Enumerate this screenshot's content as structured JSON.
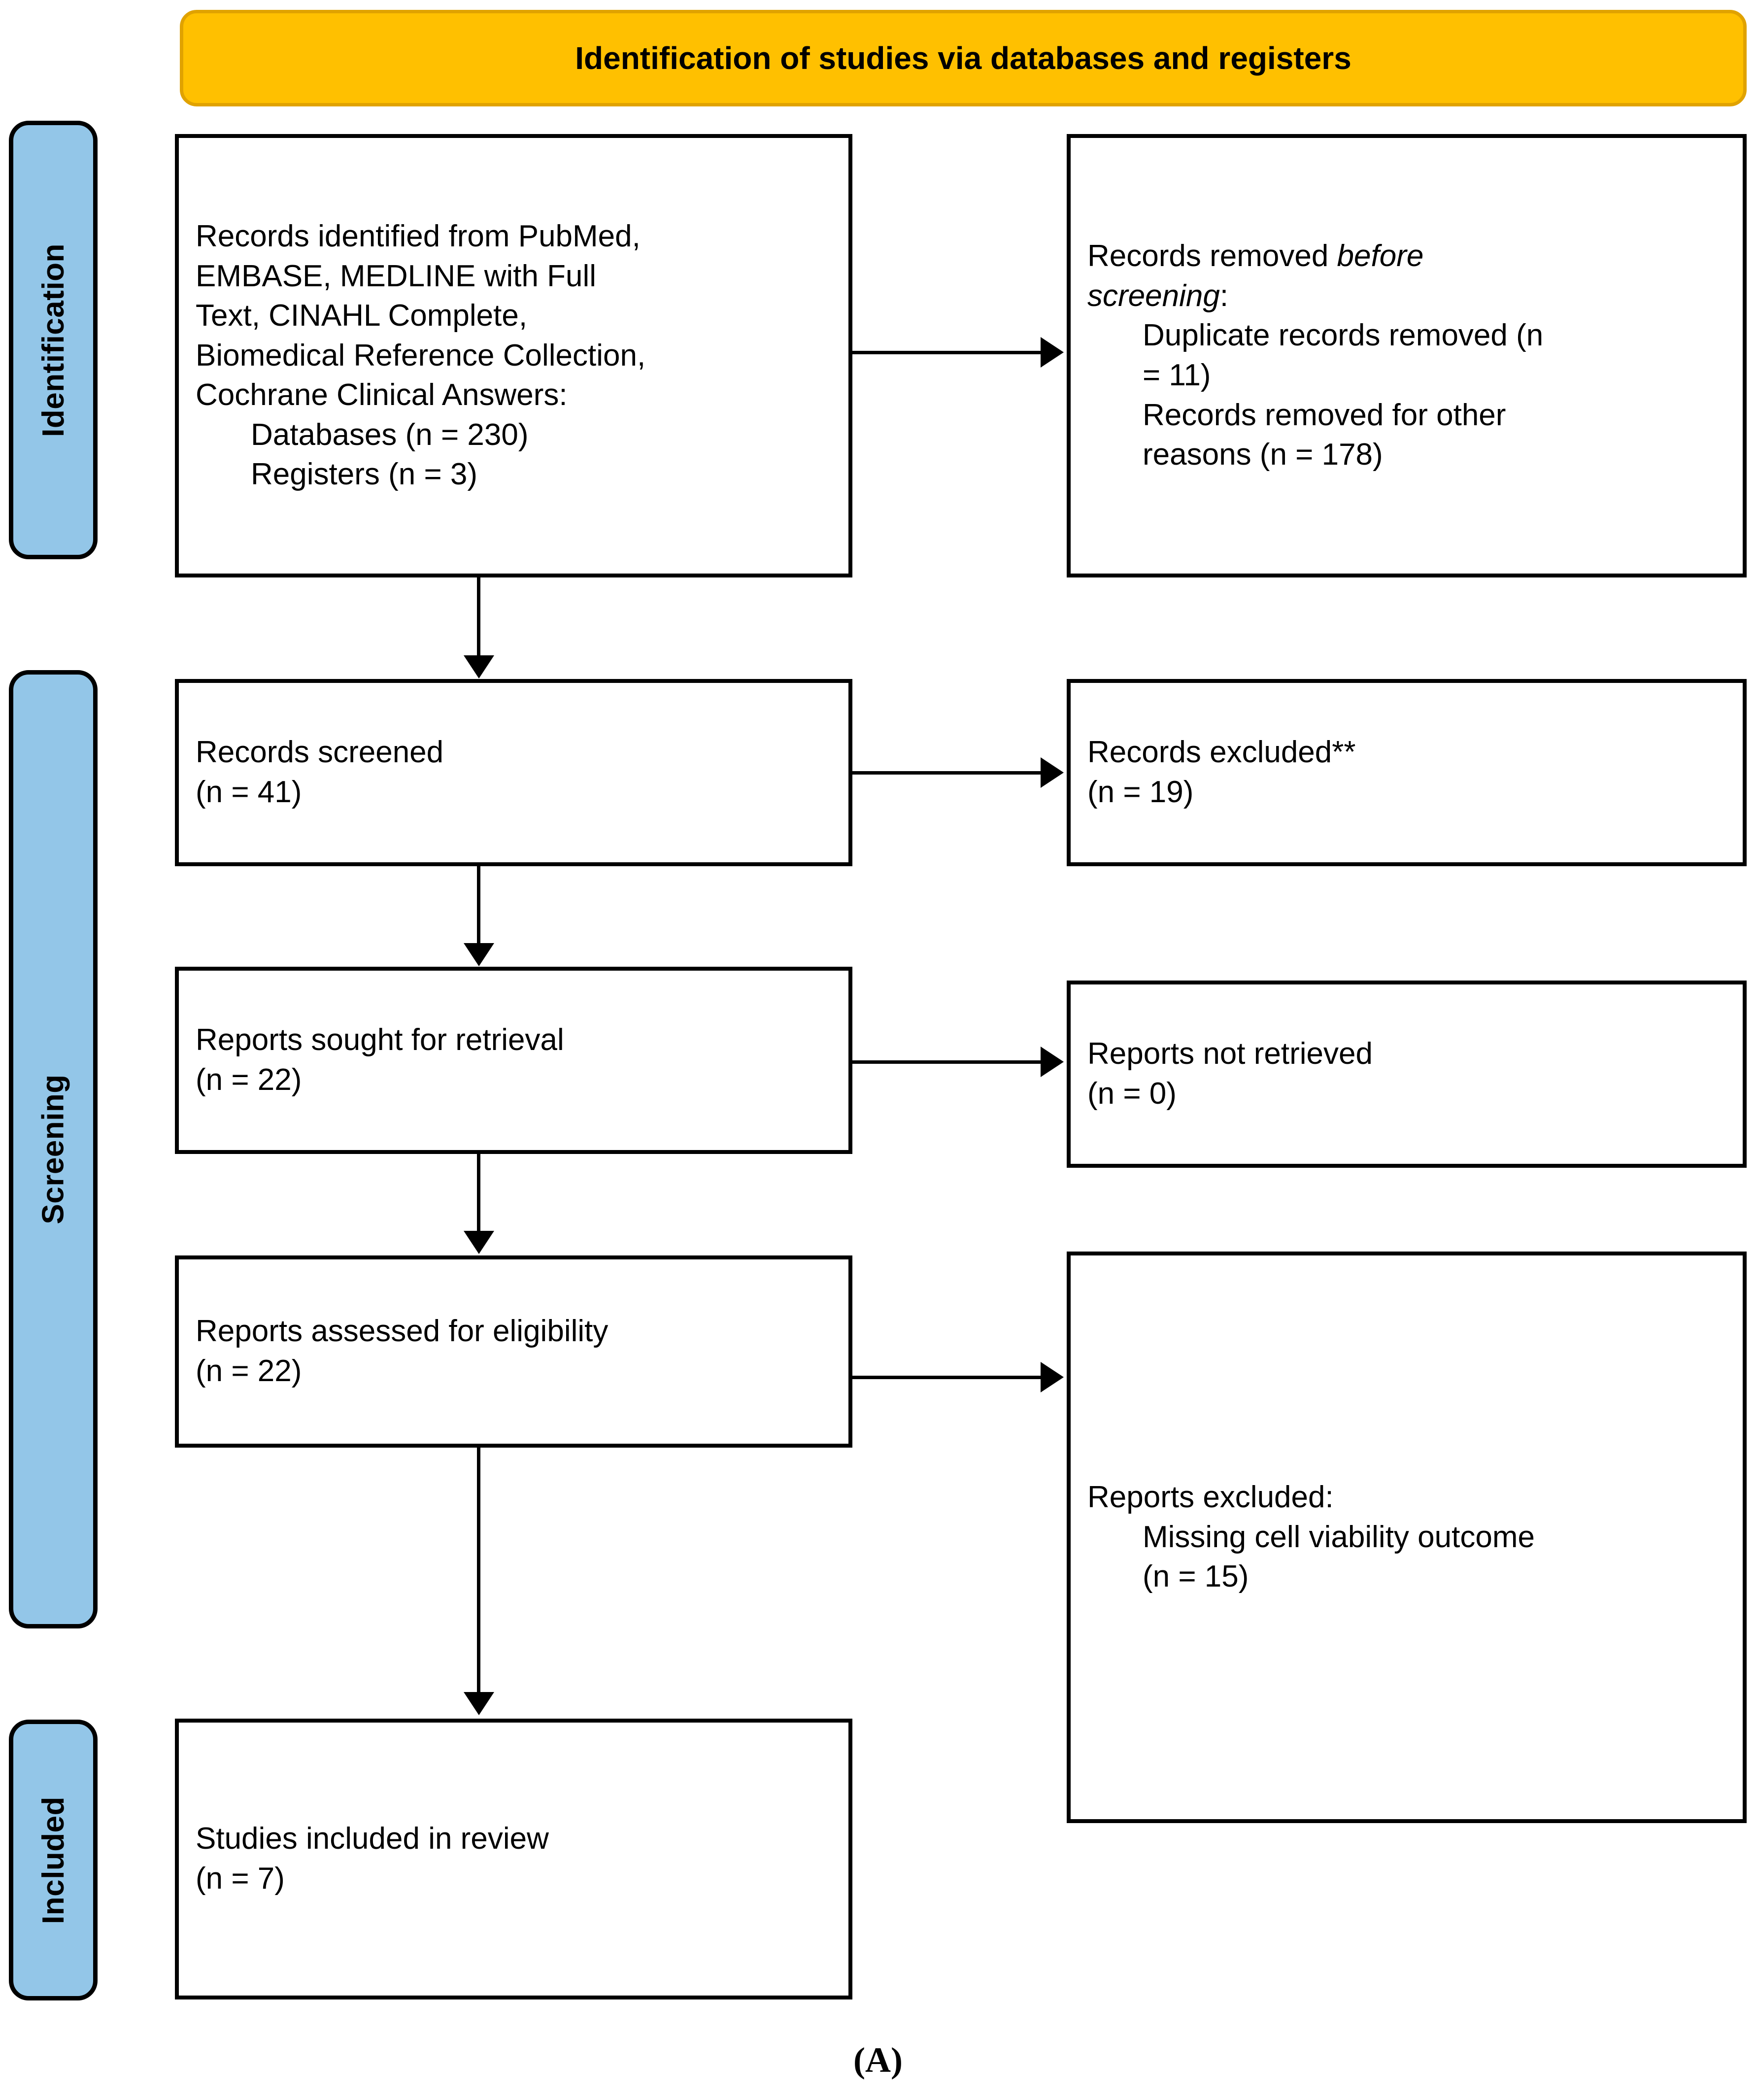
{
  "figure": {
    "caption": "(A)",
    "banner_title": "Identification of studies via databases and registers",
    "colors": {
      "banner": "#FFC000",
      "band": "#93C6E8",
      "line": "#000000"
    }
  },
  "stages": [
    {
      "key": "identification",
      "label": "Identification"
    },
    {
      "key": "screening",
      "label": "Screening"
    },
    {
      "key": "included",
      "label": "Included"
    }
  ],
  "boxes": {
    "identified": {
      "lines": [
        {
          "text": "Records identified from PubMed,",
          "indent": false,
          "italic": false
        },
        {
          "text": "EMBASE, MEDLINE with Full",
          "indent": false,
          "italic": false
        },
        {
          "text": "Text, CINAHL Complete,",
          "indent": false,
          "italic": false
        },
        {
          "text": "Biomedical Reference Collection,",
          "indent": false,
          "italic": false
        },
        {
          "text": "Cochrane Clinical Answers:",
          "indent": false,
          "italic": false
        },
        {
          "text": "Databases (n = 230)",
          "indent": true,
          "italic": false
        },
        {
          "text": "Registers (n = 3)",
          "indent": true,
          "italic": false
        }
      ]
    },
    "removed_before_screening": {
      "lines": [
        {
          "text": "Records removed ",
          "indent": false,
          "italic": false,
          "tail_italic": "before"
        },
        {
          "text": "screening",
          "indent": false,
          "italic": true,
          "tail_plain": ":"
        },
        {
          "text": "Duplicate records removed (n",
          "indent": true,
          "italic": false
        },
        {
          "text": "= 11)",
          "indent": true,
          "italic": false
        },
        {
          "text": "Records removed for other",
          "indent": true,
          "italic": false
        },
        {
          "text": "reasons (n = 178)",
          "indent": true,
          "italic": false
        }
      ]
    },
    "screened": {
      "lines": [
        {
          "text": "Records screened",
          "indent": false,
          "italic": false
        },
        {
          "text": "(n = 41)",
          "indent": false,
          "italic": false
        }
      ]
    },
    "excluded_records": {
      "lines": [
        {
          "text": "Records excluded**",
          "indent": false,
          "italic": false
        },
        {
          "text": "(n = 19)",
          "indent": false,
          "italic": false
        }
      ]
    },
    "sought": {
      "lines": [
        {
          "text": "Reports sought for retrieval",
          "indent": false,
          "italic": false
        },
        {
          "text": "(n = 22)",
          "indent": false,
          "italic": false
        }
      ]
    },
    "not_retrieved": {
      "lines": [
        {
          "text": "Reports not retrieved",
          "indent": false,
          "italic": false
        },
        {
          "text": "(n = 0)",
          "indent": false,
          "italic": false
        }
      ]
    },
    "assessed": {
      "lines": [
        {
          "text": "Reports assessed for eligibility",
          "indent": false,
          "italic": false
        },
        {
          "text": "(n = 22)",
          "indent": false,
          "italic": false
        }
      ]
    },
    "excluded_reports": {
      "lines": [
        {
          "text": "Reports excluded:",
          "indent": false,
          "italic": false
        },
        {
          "text": "Missing cell viability outcome",
          "indent": true,
          "italic": false
        },
        {
          "text": "(n = 15)",
          "indent": true,
          "italic": false
        }
      ]
    },
    "included_studies": {
      "lines": [
        {
          "text": "Studies included in review",
          "indent": false,
          "italic": false
        },
        {
          "text": "(n = 7)",
          "indent": false,
          "italic": false
        }
      ]
    }
  },
  "counts": {
    "databases": 230,
    "registers": 3,
    "duplicates_removed": 11,
    "removed_other_reasons": 178,
    "records_screened": 41,
    "records_excluded": 19,
    "reports_sought": 22,
    "reports_not_retrieved": 0,
    "reports_assessed": 22,
    "reports_excluded_missing_outcome": 15,
    "studies_included": 7
  }
}
